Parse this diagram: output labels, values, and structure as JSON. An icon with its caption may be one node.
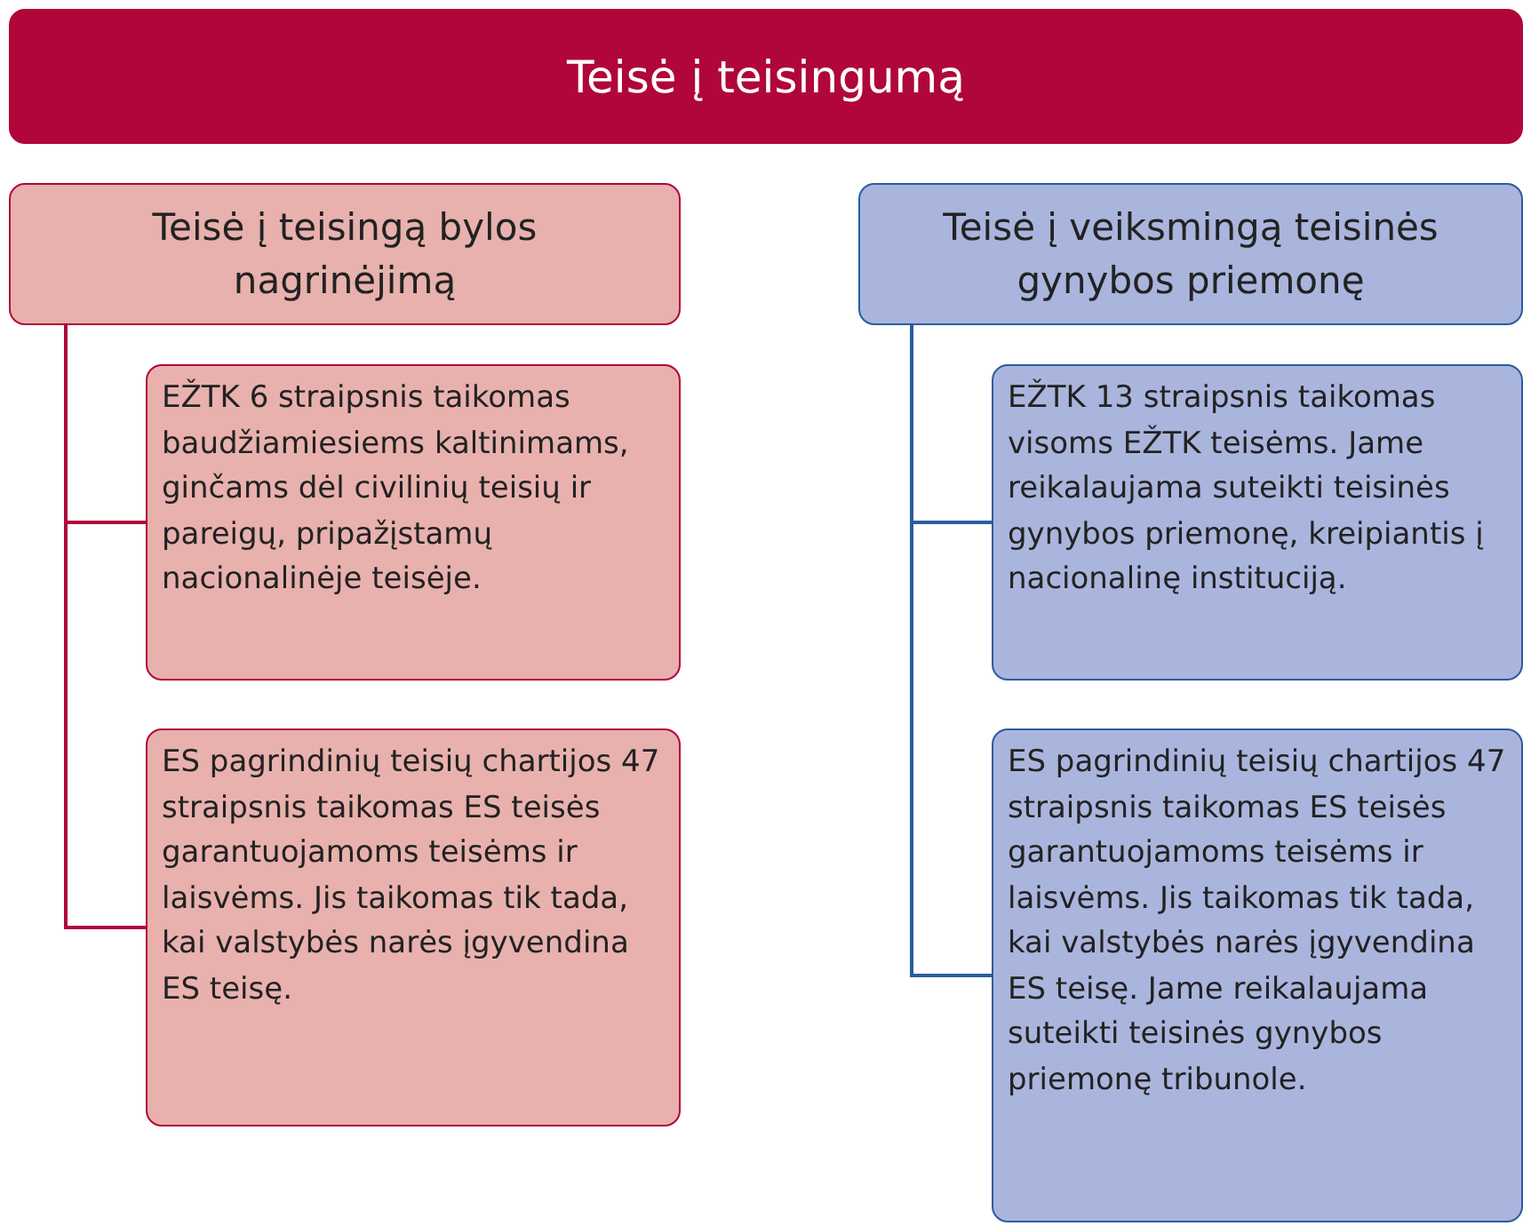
{
  "diagram": {
    "nodes": [
      {
        "text": [
          "Teisė į teisingumą"
        ]
      },
      {
        "text": [
          "Teisė į teisingą bylos nagrinėjimą"
        ]
      },
      {
        "text": [
          "EŽTK 6 straipsnis taikomas baudžiamiesiems kaltinimams, ginčams dėl civilinių teisių ir pareigų, pripažįstamų nacionalinėje teisėje."
        ]
      },
      {
        "text": [
          "ES pagrindinių teisių chartijos 47 straipsnis taikomas ES teisės garantuojamoms teisėms ir laisvėms. Jis taikomas tik tada, kai valstybės narės įgyvendina ES teisę."
        ]
      },
      {
        "text": [
          "Teisė į veiksmingą teisinės gynybos priemonę"
        ]
      },
      {
        "text": [
          "EŽTK 13 straipsnis taikomas visoms EŽTK teisėms. Jame reikalaujama suteikti teisinės gynybos priemonę, kreipiantis į nacionalinę instituciją."
        ]
      },
      {
        "text": [
          "ES pagrindinių teisių chartijos 47 straipsnis taikomas ES teisės garantuojamoms teisėms ir laisvėms. Jis taikomas tik tada, kai valstybės narės įgyvendina ES teisę. Jame reikalaujama suteikti teisinės gynybos priemonę tribunole."
        ]
      }
    ],
    "edges": [
      {
        "from": 1,
        "to": 2,
        "arrow": "none",
        "color": "#b0063a"
      },
      {
        "from": 1,
        "to": 3,
        "arrow": "none",
        "color": "#b0063a"
      },
      {
        "from": 4,
        "to": 5,
        "arrow": "none",
        "color": "#2a5d9f"
      },
      {
        "from": 4,
        "to": 6,
        "arrow": "none",
        "color": "#2a5d9f"
      }
    ]
  }
}
